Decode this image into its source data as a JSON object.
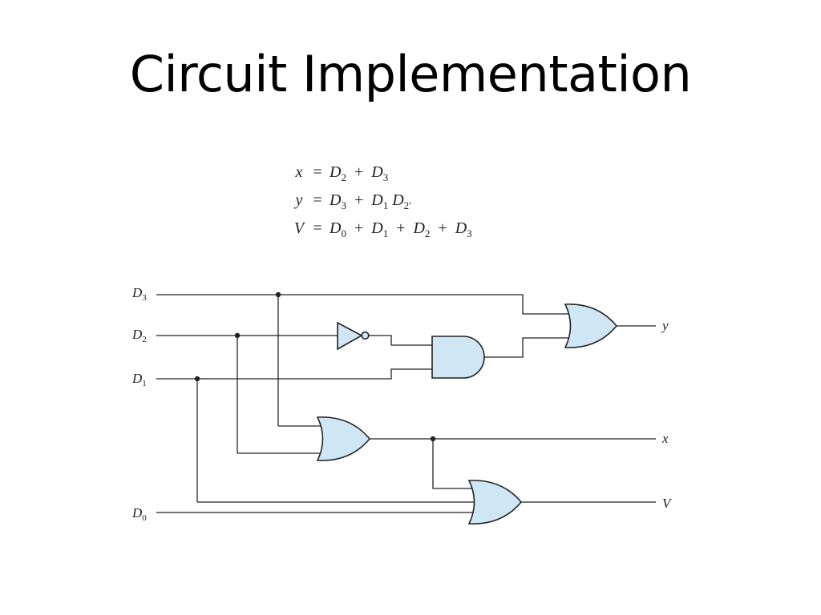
{
  "title": "Circuit Implementation",
  "equations": [
    {
      "lhs": "x",
      "rhs": [
        [
          "D",
          "2"
        ],
        [
          "+",
          ""
        ],
        [
          "D",
          "3"
        ]
      ]
    },
    {
      "lhs": "y",
      "rhs": [
        [
          "D",
          "3"
        ],
        [
          "+",
          ""
        ],
        [
          "D",
          "1"
        ],
        [
          "D",
          "2′"
        ]
      ]
    },
    {
      "lhs": "V",
      "rhs": [
        [
          "D",
          "0"
        ],
        [
          "+",
          ""
        ],
        [
          "D",
          "1"
        ],
        [
          "+",
          ""
        ],
        [
          "D",
          "2"
        ],
        [
          "+",
          ""
        ],
        [
          "D",
          "3"
        ]
      ]
    }
  ],
  "equation_text": [
    "x = D2 + D3",
    "y = D3 + D1 D2′",
    "V = D0 + D1 + D2 + D3"
  ],
  "inputs": [
    {
      "letter": "D",
      "sub": "3"
    },
    {
      "letter": "D",
      "sub": "2"
    },
    {
      "letter": "D",
      "sub": "1"
    },
    {
      "letter": "D",
      "sub": "0"
    }
  ],
  "outputs": [
    "y",
    "x",
    "V"
  ],
  "colors": {
    "gate_fill": "#cfe6f5",
    "wire": "#222222"
  }
}
